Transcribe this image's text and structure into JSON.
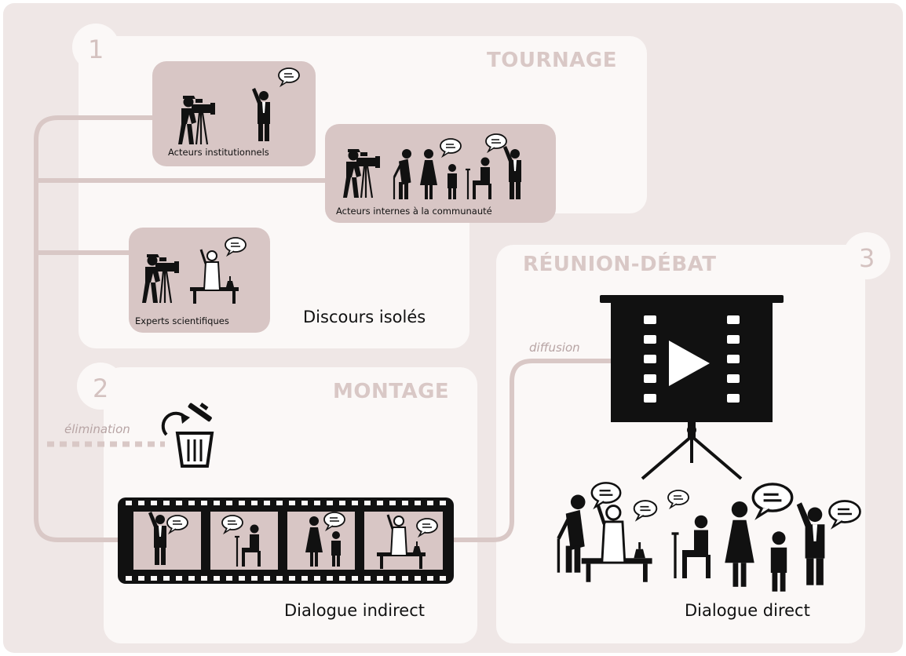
{
  "phases": {
    "tournage": {
      "number": "1",
      "title": "TOURNAGE",
      "conclusion": "Discours isolés"
    },
    "montage": {
      "number": "2",
      "title": "MONTAGE",
      "conclusion": "Dialogue indirect"
    },
    "reunion": {
      "number": "3",
      "title": "RÉUNION-DÉBAT",
      "conclusion": "Dialogue direct"
    }
  },
  "groups": {
    "institutionnels": "Acteurs institutionnels",
    "internes": "Acteurs internes à la communauté",
    "experts": "Experts scientifiques"
  },
  "flows": {
    "elimination": "élimination",
    "diffusion": "diffusion"
  },
  "colors": {
    "background": "#efe7e6",
    "panel": "#fbf8f7",
    "card": "#d8c6c5",
    "connector": "#d9c8c6",
    "phase_text": "#d9c8c6",
    "icon": "#111111"
  },
  "icons": [
    "camera-operator-icon",
    "speaker-icon",
    "elder-icon",
    "woman-icon",
    "child-icon",
    "crutch-person-icon",
    "scientist-icon",
    "speech-bubble-icon",
    "trash-icon",
    "projector-screen-icon",
    "play-icon",
    "tripod-icon",
    "film-strip-icon"
  ]
}
